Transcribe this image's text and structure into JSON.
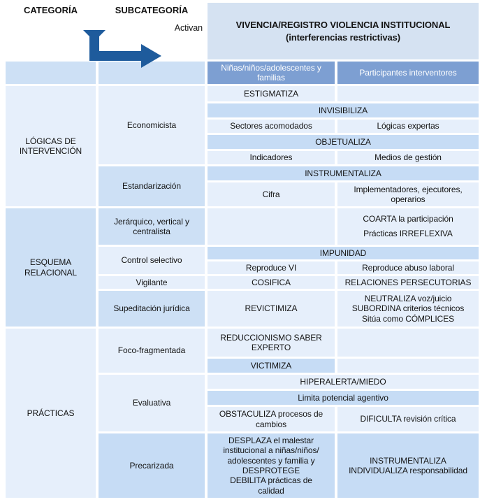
{
  "header": {
    "categoria": "CATEGORÍA",
    "subcategoria": "SUBCATEGORÍA",
    "activan": "Activan",
    "title": "VIVENCIA/REGISTRO VIOLENCIA INSTITUCIONAL",
    "subtitle": "(interferencias restrictivas)",
    "col_families": "Niñas/niños/adolescentes y\nfamilias",
    "col_participants": "Participantes interventores"
  },
  "colors": {
    "arrow_dark_blue": "#1e5b9c",
    "slate_header": "#7d9fd2",
    "title_box": "#d5e2f2",
    "cell_light": "#e6effb",
    "cell_medium": "#c6dcf5",
    "cell_band": "#cde0f5",
    "header_text": "#ffffff",
    "body_text": "#141414"
  },
  "categories": [
    {
      "label": "LÓGICAS DE\nINTERVENCIÓN"
    },
    {
      "label": "ESQUEMA\nRELACIONAL"
    },
    {
      "label": "PRÁCTICAS"
    }
  ],
  "subcategories": [
    {
      "label": "Economicista"
    },
    {
      "label": "Estandarización"
    },
    {
      "label": "Jerárquico, vertical y\ncentralista"
    },
    {
      "label": "Control selectivo"
    },
    {
      "label": "Vigilante"
    },
    {
      "label": "Supeditación jurídica"
    },
    {
      "label": "Foco-fragmentada"
    },
    {
      "label": "Evaluativa"
    },
    {
      "label": "Precarizada"
    }
  ],
  "cells": {
    "estigmatiza": "ESTIGMATIZA",
    "invisibiliza": "INVISIBILIZA",
    "sectores": "Sectores acomodados",
    "logicas_expertas": "Lógicas expertas",
    "objetualiza": "OBJETUALIZA",
    "indicadores": "Indicadores",
    "medios": "Medios de gestión",
    "instrumentaliza": "INSTRUMENTALIZA",
    "cifra": "Cifra",
    "implementadores": "Implementadores, ejecutores,\noperarios",
    "coarta": "COARTA la participación\nPrácticas IRREFLEXIVA",
    "impunidad": "IMPUNIDAD",
    "reproduce_vi": "Reproduce VI",
    "reproduce_abuso": "Reproduce abuso laboral",
    "cosifica": "COSIFICA",
    "relaciones": "RELACIONES PERSECUTORIAS",
    "revictimiza": "REVICTIMIZA",
    "neutraliza": "NEUTRALIZA voz/juicio\nSUBORDINA criterios técnicos\nSitúa como CÓMPLICES",
    "reduccionismo": "REDUCCIONISMO SABER\nEXPERTO",
    "victimiza": "VICTIMIZA",
    "hiperalerta": "HIPERALERTA/MIEDO",
    "limita": "Limita potencial agentivo",
    "obstaculiza": "OBSTACULIZA procesos de\ncambios",
    "dificulta": "DIFICULTA revisión crítica",
    "desplaza": "DESPLAZA el malestar\ninstitucional a niñas/niños/\nadolescentes y familia y\nDESPROTEGE\nDEBILITA prácticas de\ncalidad",
    "instrumentaliza_individualiza": "INSTRUMENTALIZA\nINDIVIDUALIZA responsabilidad"
  }
}
